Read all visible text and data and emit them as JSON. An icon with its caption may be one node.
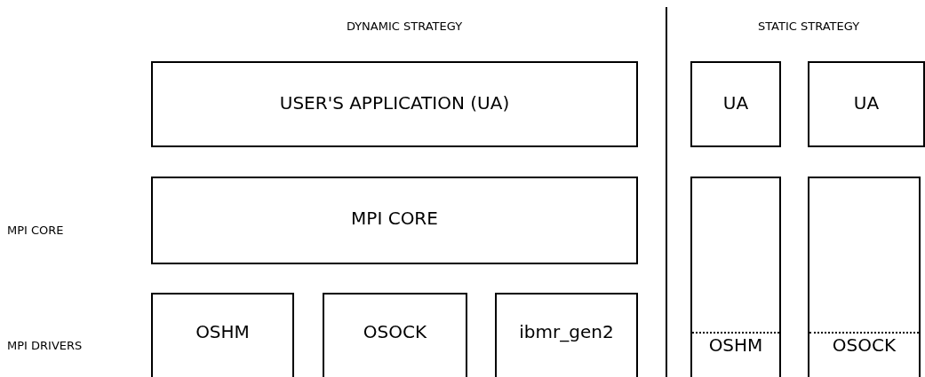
{
  "diagram": {
    "nodes": [
      {
        "text": [
          "USER'S APPLICATION (UA)"
        ]
      },
      {
        "text": [
          "MPI CORE"
        ]
      },
      {
        "text": [
          "OSHM"
        ]
      },
      {
        "text": [
          "OSOCK"
        ]
      },
      {
        "text": [
          "ibmr_gen2"
        ]
      },
      {
        "text": [
          "UA"
        ]
      },
      {
        "text": [
          "UA"
        ]
      },
      {
        "text": [
          "OSHM"
        ]
      },
      {
        "text": [
          "OSOCK"
        ]
      }
    ],
    "edges": [],
    "labels": [
      "DYNAMIC STRATEGY",
      "STATIC STRATEGY",
      "MPI CORE",
      "MPI DRIVERS"
    ]
  }
}
